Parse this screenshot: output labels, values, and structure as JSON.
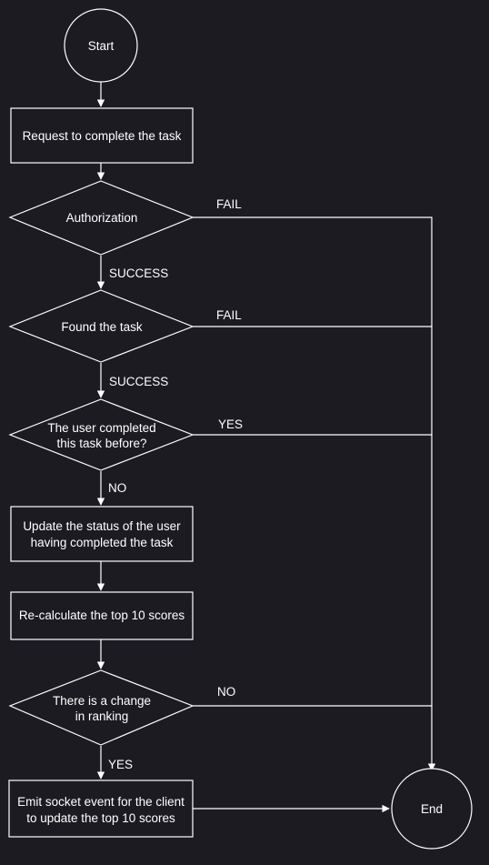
{
  "nodes": {
    "start": "Start",
    "request": "Request to complete the task",
    "authorization": "Authorization",
    "found_task": "Found the task",
    "completed_before_line1": "The user completed",
    "completed_before_line2": "this task before?",
    "update_status_line1": "Update the status of the user",
    "update_status_line2": "having completed the task",
    "recalculate": "Re-calculate the top 10 scores",
    "ranking_change_line1": "There is a change",
    "ranking_change_line2": "in ranking",
    "emit_line1": "Emit socket event for the client",
    "emit_line2": "to update the top 10 scores",
    "end": "End"
  },
  "edge_labels": {
    "auth_fail": "FAIL",
    "auth_success": "SUCCESS",
    "found_fail": "FAIL",
    "found_success": "SUCCESS",
    "completed_yes": "YES",
    "completed_no": "NO",
    "ranking_no": "NO",
    "ranking_yes": "YES"
  },
  "colors": {
    "background": "#1c1b22",
    "stroke": "#ffffff",
    "text": "#ffffff"
  }
}
